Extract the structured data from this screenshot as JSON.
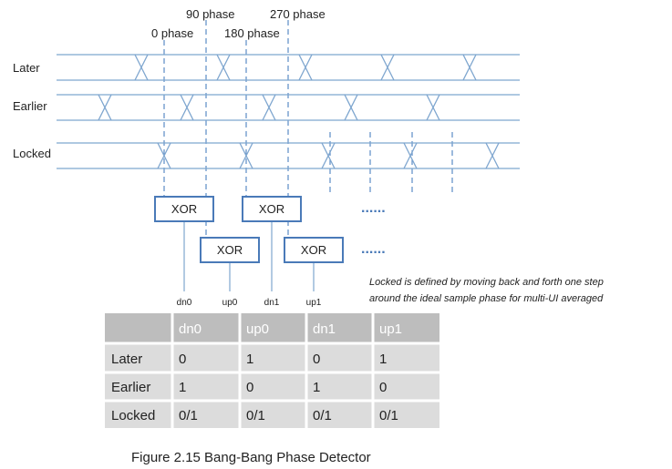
{
  "phases": [
    "0 phase",
    "90 phase",
    "180 phase",
    "270 phase"
  ],
  "rows": [
    {
      "label": "Later",
      "transitions": [
        155,
        245,
        335,
        425,
        515
      ]
    },
    {
      "label": "Earlier",
      "transitions": [
        115,
        205,
        295,
        385,
        475
      ]
    },
    {
      "label": "Locked",
      "transitions": [
        180,
        270,
        360,
        450,
        540
      ]
    }
  ],
  "xor_label": "XOR",
  "ellipsis": "......",
  "signals": [
    "dn0",
    "up0",
    "dn1",
    "up1"
  ],
  "note": [
    "Locked is defined by moving back and forth one step",
    "around the ideal sample phase for multi-UI averaged"
  ],
  "table": {
    "header": [
      "",
      "dn0",
      "up0",
      "dn1",
      "up1"
    ],
    "rows": [
      [
        "Later",
        "0",
        "1",
        "0",
        "1"
      ],
      [
        "Earlier",
        "1",
        "0",
        "1",
        "0"
      ],
      [
        "Locked",
        "0/1",
        "0/1",
        "0/1",
        "0/1"
      ]
    ]
  },
  "caption": "Figure 2.15 Bang-Bang Phase Detector",
  "colors": {
    "line": "#7ea6cf",
    "dash": "#5b8bc6",
    "box": "#4a7ab8",
    "table_head": "#bdbdbd",
    "table_body": "#dcdcdc"
  }
}
